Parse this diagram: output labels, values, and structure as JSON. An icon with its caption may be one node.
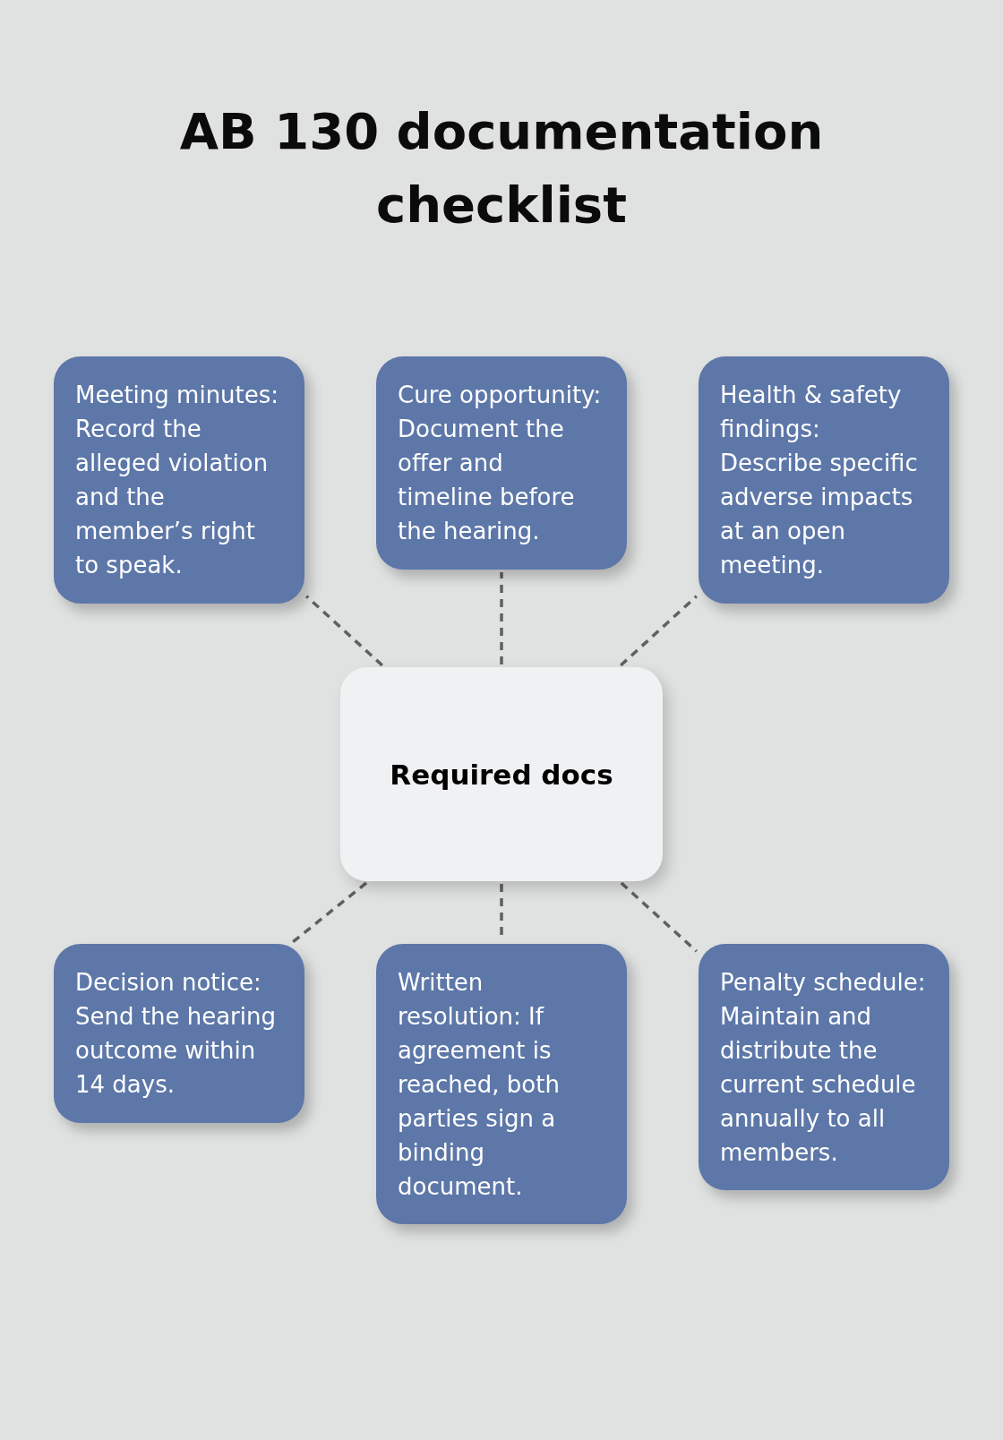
{
  "diagram": {
    "title": "AB 130 documentation checklist",
    "nodes": [
      {
        "text": [
          "Meeting minutes: Record the alleged violation and the member’s right to speak."
        ]
      },
      {
        "text": [
          "Cure opportunity: Document the offer and timeline before the hearing."
        ]
      },
      {
        "text": [
          "Health & safety findings: Describe specific adverse impacts at an open meeting."
        ]
      },
      {
        "text": [
          "Required docs"
        ]
      },
      {
        "text": [
          "Decision notice: Send the hearing outcome within 14 days."
        ]
      },
      {
        "text": [
          "Written resolution: If agreement is reached, both parties sign a binding document."
        ]
      },
      {
        "text": [
          "Penalty schedule: Maintain and distribute the current schedule annually to all members."
        ]
      }
    ],
    "edges": [
      {
        "from": 3,
        "to": 0,
        "arrow": "none",
        "style": "dashed"
      },
      {
        "from": 3,
        "to": 1,
        "arrow": "none",
        "style": "dashed"
      },
      {
        "from": 3,
        "to": 2,
        "arrow": "none",
        "style": "dashed"
      },
      {
        "from": 3,
        "to": 4,
        "arrow": "none",
        "style": "dashed"
      },
      {
        "from": 3,
        "to": 5,
        "arrow": "none",
        "style": "dashed"
      },
      {
        "from": 3,
        "to": 6,
        "arrow": "none",
        "style": "dashed"
      }
    ]
  }
}
